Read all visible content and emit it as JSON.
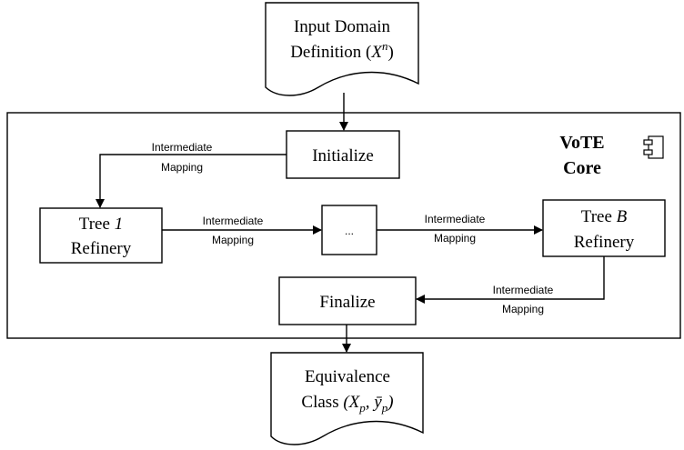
{
  "input_doc": {
    "line1": "Input Domain",
    "line2_prefix": "Definition (",
    "line2_var": "X",
    "line2_sup": "n",
    "line2_suffix": ")"
  },
  "core": {
    "title_line1": "VoTE",
    "title_line2": "Core",
    "component_icon": "component-icon"
  },
  "nodes": {
    "initialize": "Initialize",
    "tree1_line1_prefix": "Tree ",
    "tree1_line1_var": "1",
    "tree1_line2": "Refinery",
    "ellipsis": "...",
    "treeB_line1_prefix": "Tree ",
    "treeB_line1_var": "B",
    "treeB_line2": "Refinery",
    "finalize": "Finalize"
  },
  "edge_labels": {
    "init_to_tree1": [
      "Intermediate",
      "Mapping"
    ],
    "tree1_to_ellipsis": [
      "Intermediate",
      "Mapping"
    ],
    "ellipsis_to_treeB": [
      "Intermediate",
      "Mapping"
    ],
    "treeB_to_finalize": [
      "Intermediate",
      "Mapping"
    ]
  },
  "output_doc": {
    "line1": "Equivalence",
    "line2_prefix": "Class ",
    "line2_math": "(X",
    "line2_sub1": "p",
    "line2_sep": ", ",
    "line2_ybar": "ȳ",
    "line2_sub2": "p",
    "line2_close": ")"
  }
}
